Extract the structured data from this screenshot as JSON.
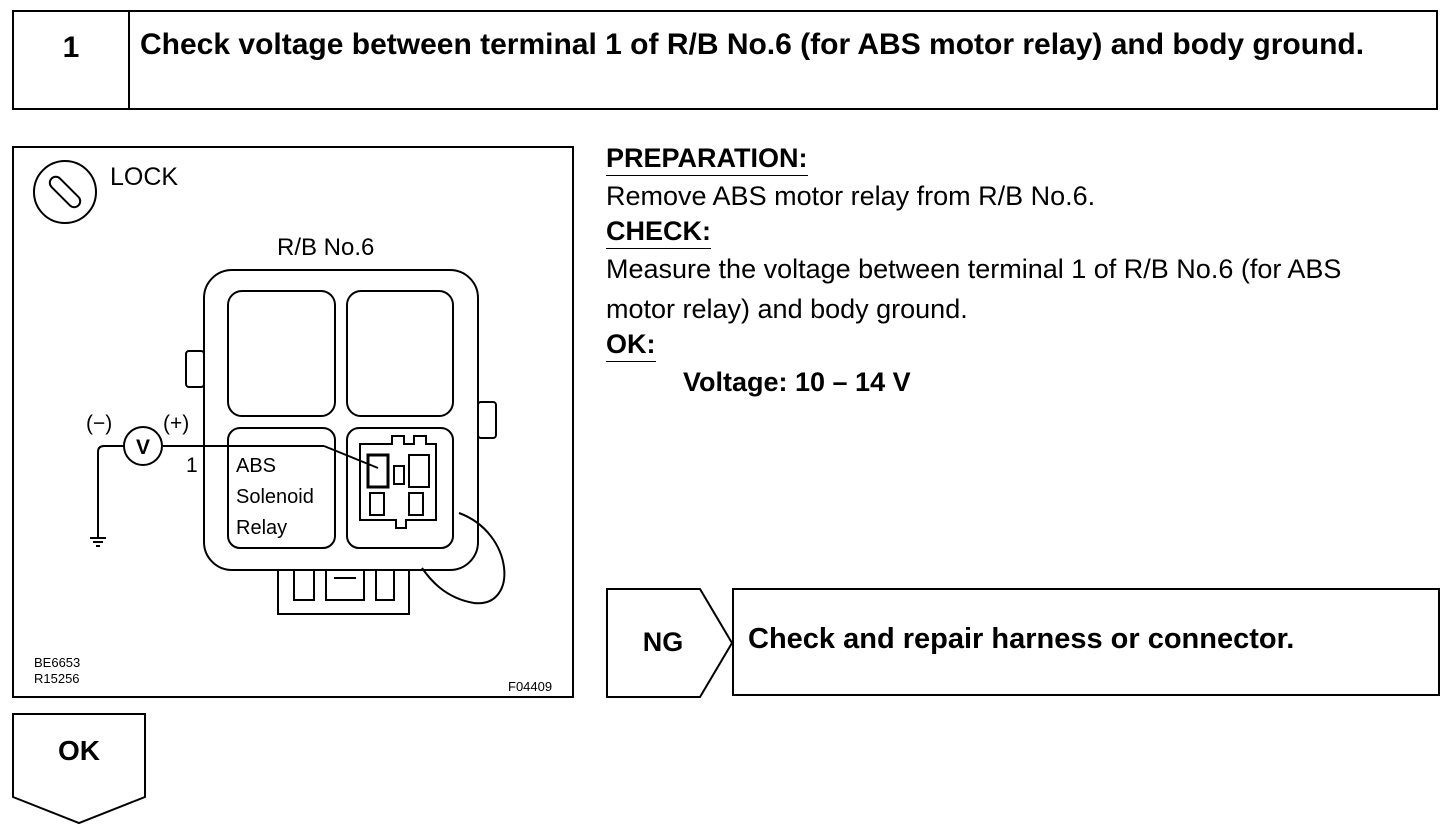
{
  "step": {
    "number": "1",
    "title": "Check voltage between terminal 1 of R/B No.6 (for ABS motor relay) and body ground."
  },
  "figure": {
    "ignition_label": "LOCK",
    "block_label": "R/B No.6",
    "negative_label": "(−)",
    "positive_label": "(+)",
    "meter_label": "V",
    "terminal_label": "1",
    "relay_label_lines": [
      "ABS",
      "Solenoid",
      "Relay"
    ],
    "code_left_1": "BE6653",
    "code_left_2": "R15256",
    "code_right": "F04409"
  },
  "instructions": {
    "preparation_heading": "PREPARATION:",
    "preparation_text": "Remove ABS motor relay from R/B No.6.",
    "check_heading": "CHECK:",
    "check_text_line1": "Measure the voltage between terminal 1 of R/B No.6 (for ABS",
    "check_text_line2": "motor relay) and body ground.",
    "ok_heading": "OK:",
    "ok_spec": "Voltage: 10 – 14 V"
  },
  "ng_result": {
    "label": "NG",
    "action": "Check and repair harness or connector."
  },
  "ok_result": {
    "label": "OK"
  }
}
